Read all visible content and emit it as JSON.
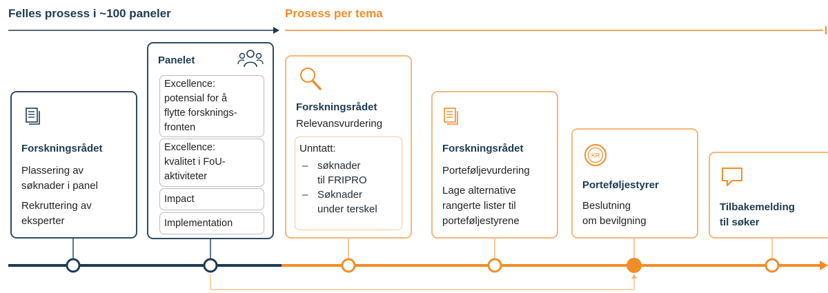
{
  "header": {
    "left": "Felles prosess i ~100 paneler",
    "right": "Prosess per tema"
  },
  "boxes": {
    "b1": {
      "title": "Forskningsrådet",
      "line1": "Plassering av",
      "line2": "søknader i panel",
      "line3": "Rekruttering av",
      "line4": "eksperter"
    },
    "b2": {
      "title": "Panelet",
      "items": [
        "Excellence:",
        "potensial for å",
        "flytte forsknings-",
        "fronten"
      ],
      "items2": [
        "Excellence:",
        "kvalitet i FoU-",
        "aktiviteter"
      ],
      "impact": "Impact",
      "implementation": "Implementation"
    },
    "b3": {
      "title": "Forskningsrådet",
      "subtitle": "Relevansvurdering",
      "except": "Unntatt:",
      "li1a": "søknader",
      "li1b": "til FRIPRO",
      "li2a": "Søknader",
      "li2b": "under terskel"
    },
    "b4": {
      "title": "Forskningsrådet",
      "line1": "Porteføljevurdering",
      "line2": "Lage alternative",
      "line3": "rangerte lister til",
      "line4": "porteføljestyrene"
    },
    "b5": {
      "title": "Porteføljestyrer",
      "line1": "Beslutning",
      "line2": "om bevilgning",
      "coin": "KR"
    },
    "b6": {
      "title1": "Tilbakemelding",
      "title2": "til søker"
    }
  },
  "icons": {
    "document": "document-icon",
    "people": "people-icon",
    "search": "magnifier-icon",
    "coin": "coin-icon",
    "speech": "speech-bubble-icon"
  },
  "colors": {
    "blue": "#1e3a52",
    "orange": "#f28c28",
    "orange_light": "#f5b77a"
  }
}
